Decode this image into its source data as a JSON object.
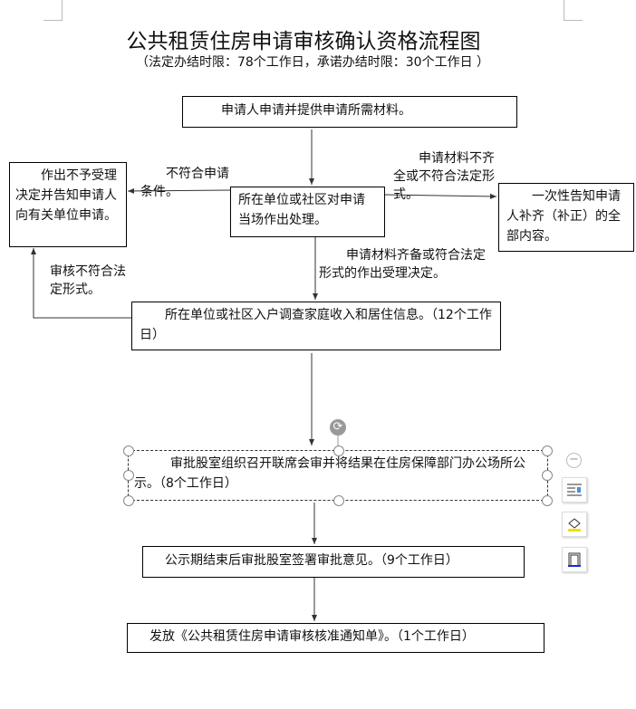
{
  "title": "公共租赁住房申请审核确认资格流程图",
  "subtitle": "（法定办结时限：78个工作日，承诺办结时限：30个工作日 ）",
  "nodes": {
    "apply": "申请人申请并提供申请所需材料。",
    "process": "所在单位或社区对申请当场作出处理。",
    "reject": "作出不予受理决定并告知申请人向有关单位申请。",
    "supplement": "一次性告知申请人补齐（补正）的全部内容。",
    "investigate": "所在单位或社区入户调查家庭收入和居住信息。（12个工作日）",
    "publicize": "审批股室组织召开联席会审并将结果在住房保障部门办公场所公示。（8个工作日）",
    "approve": "公示期结束后审批股室签署审批意见。（9个工作日）",
    "notice": "发放《公共租赁住房申请审核核准通知单》。（1个工作日）"
  },
  "edges": {
    "not_eligible": "不符合申请条件。",
    "incomplete": "申请材料不齐全或不符合法定形式。",
    "accepted": "申请材料齐备或符合法定形式的作出受理决定。",
    "review_fail": "审核不符合法定形式。"
  },
  "toolbar": [
    "collapse-icon",
    "layout-options-icon",
    "shape-fill-icon",
    "shape-outline-icon"
  ]
}
